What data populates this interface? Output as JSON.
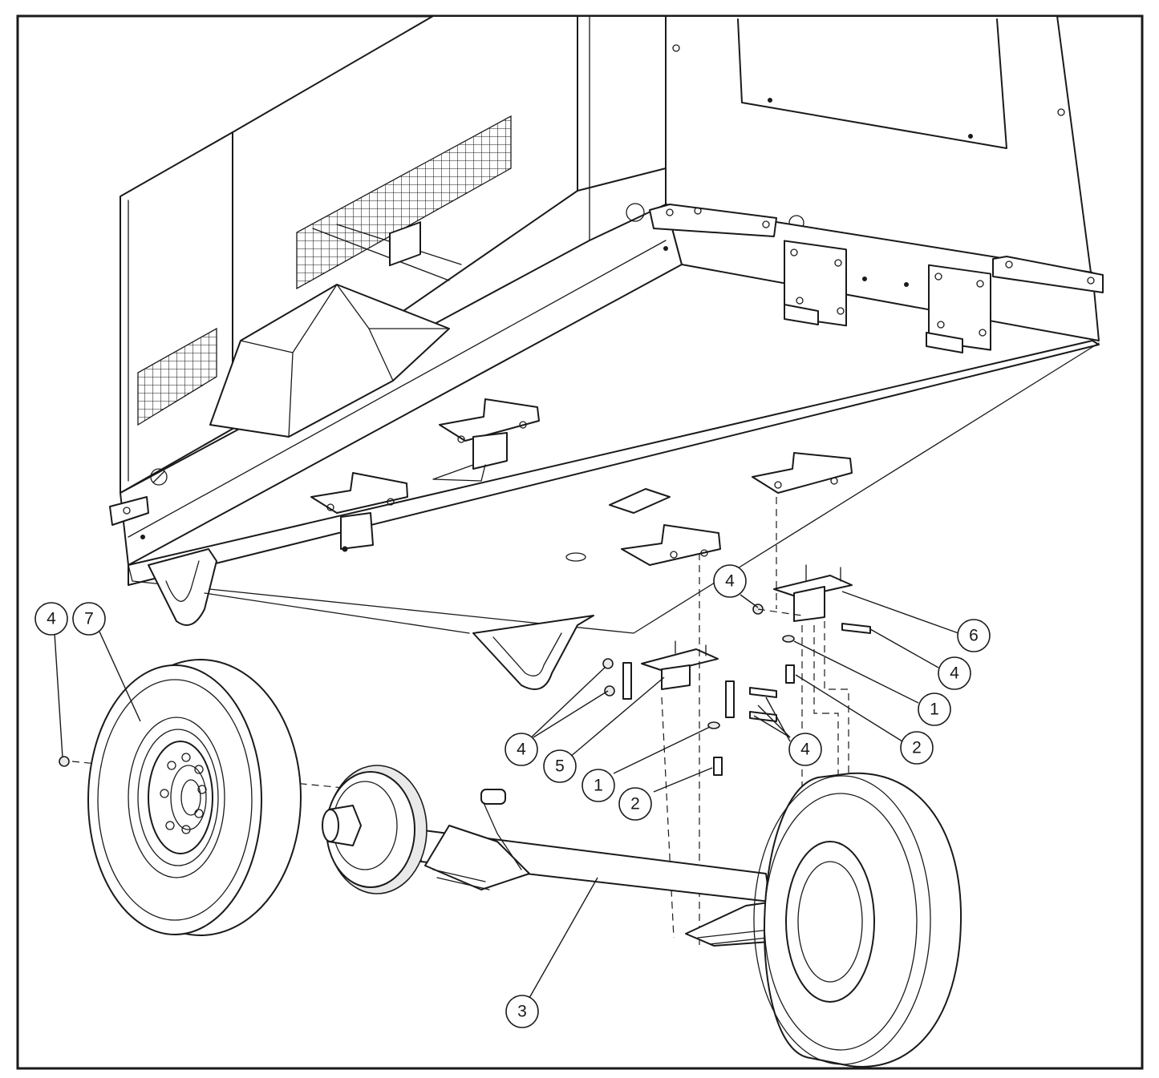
{
  "callouts": [
    {
      "label": "4"
    },
    {
      "label": "7"
    },
    {
      "label": "4"
    },
    {
      "label": "6"
    },
    {
      "label": "4"
    },
    {
      "label": "1"
    },
    {
      "label": "2"
    },
    {
      "label": "4"
    },
    {
      "label": "5"
    },
    {
      "label": "1"
    },
    {
      "label": "2"
    },
    {
      "label": "4"
    },
    {
      "label": "3"
    }
  ]
}
